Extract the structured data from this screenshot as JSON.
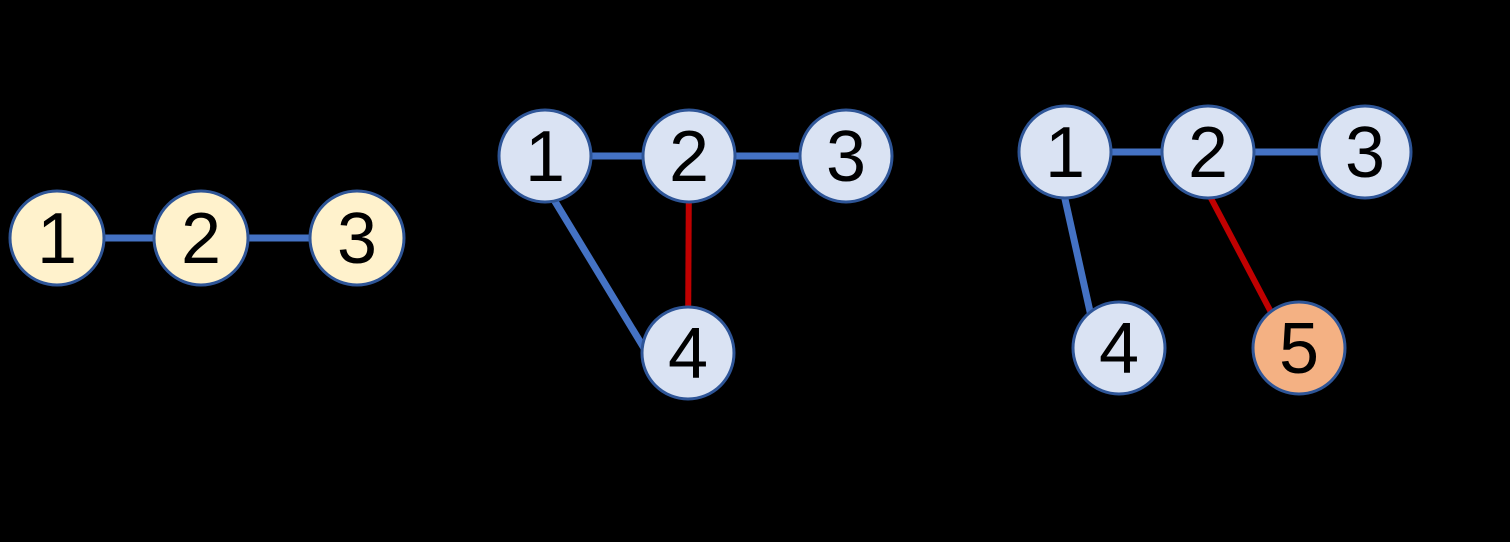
{
  "palette": {
    "background": "#000000",
    "node_border": "#2E5597",
    "node_fill_cream": "#FFF2CC",
    "node_fill_blue": "#DAE3F3",
    "node_fill_orange": "#F4B183",
    "edge_blue": "#4472C4",
    "edge_red": "#C00000",
    "label_color": "#000000"
  },
  "graphs": {
    "left": {
      "nodes": [
        {
          "id": "1",
          "label": "1",
          "fill": "cream"
        },
        {
          "id": "2",
          "label": "2",
          "fill": "cream"
        },
        {
          "id": "3",
          "label": "3",
          "fill": "cream"
        }
      ],
      "edges": [
        {
          "from": "1",
          "to": "2",
          "color": "blue"
        },
        {
          "from": "2",
          "to": "3",
          "color": "blue"
        }
      ]
    },
    "middle": {
      "nodes": [
        {
          "id": "1",
          "label": "1",
          "fill": "light-blue"
        },
        {
          "id": "2",
          "label": "2",
          "fill": "light-blue"
        },
        {
          "id": "3",
          "label": "3",
          "fill": "light-blue"
        },
        {
          "id": "4",
          "label": "4",
          "fill": "light-blue"
        }
      ],
      "edges": [
        {
          "from": "1",
          "to": "2",
          "color": "blue"
        },
        {
          "from": "2",
          "to": "3",
          "color": "blue"
        },
        {
          "from": "1",
          "to": "4",
          "color": "blue"
        },
        {
          "from": "2",
          "to": "4",
          "color": "red"
        }
      ]
    },
    "right": {
      "nodes": [
        {
          "id": "1",
          "label": "1",
          "fill": "light-blue"
        },
        {
          "id": "2",
          "label": "2",
          "fill": "light-blue"
        },
        {
          "id": "3",
          "label": "3",
          "fill": "light-blue"
        },
        {
          "id": "4",
          "label": "4",
          "fill": "light-blue"
        },
        {
          "id": "5",
          "label": "5",
          "fill": "orange"
        }
      ],
      "edges": [
        {
          "from": "1",
          "to": "2",
          "color": "blue"
        },
        {
          "from": "2",
          "to": "3",
          "color": "blue"
        },
        {
          "from": "1",
          "to": "4",
          "color": "blue"
        },
        {
          "from": "2",
          "to": "5",
          "color": "red"
        }
      ]
    }
  }
}
